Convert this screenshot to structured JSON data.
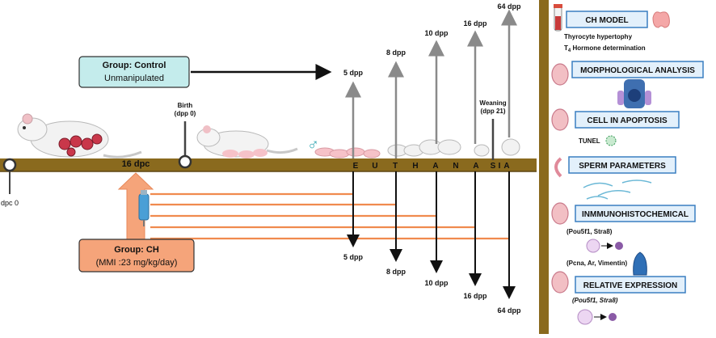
{
  "groups": {
    "control": {
      "title": "Group: Control",
      "subtitle": "Unmanipulated"
    },
    "ch": {
      "title": "Group: CH",
      "subtitle": "(MMI :23 mg/kg/day)"
    }
  },
  "timeline": {
    "start_label": "dpc 0",
    "dpc_label": "16 dpc",
    "birth_label_1": "Birth",
    "birth_label_2": "(dpp 0)",
    "weaning_label_1": "Weaning",
    "weaning_label_2": "(dpp 21)",
    "euthanasia_letters": [
      "E",
      "U",
      "T",
      "H",
      "A",
      "N",
      "A",
      "S",
      "I",
      "A"
    ],
    "male_symbol": "♂"
  },
  "control_timepoints": [
    "5 dpp",
    "8 dpp",
    "10 dpp",
    "16 dpp",
    "64 dpp"
  ],
  "ch_timepoints": [
    "5 dpp",
    "8 dpp",
    "10 dpp",
    "16 dpp",
    "64 dpp"
  ],
  "panel": {
    "ch_model": {
      "title": "CH MODEL",
      "line1": "Thyrocyte hypertophy",
      "line2_sub": "4",
      "line2_rest": " Hormone determination"
    },
    "morphological": {
      "title": "MORPHOLOGICAL ANALYSIS"
    },
    "apoptosis": {
      "title": "CELL IN APOPTOSIS",
      "note": "TUNEL"
    },
    "sperm": {
      "title": "SPERM PARAMETERS"
    },
    "ihc": {
      "title": "INMMUNOHISTOCHEMICAL",
      "note1": "(Pou5f1, Stra8)",
      "note2": "(Pcna, Ar, Vimentin)"
    },
    "expression": {
      "title": "RELATIVE EXPRESSION",
      "note": "(Pou5f1, Stra8)"
    }
  },
  "colors": {
    "bar": "#8a6a1e",
    "bar_dark": "#5e4612",
    "control_box": "#c4ecec",
    "ch_box": "#f5a47a",
    "orange_line": "#f08a4e",
    "grey_arrow": "#8a8a8a",
    "panel_border": "#3a7fc1",
    "panel_fill": "#e3f0fb"
  }
}
